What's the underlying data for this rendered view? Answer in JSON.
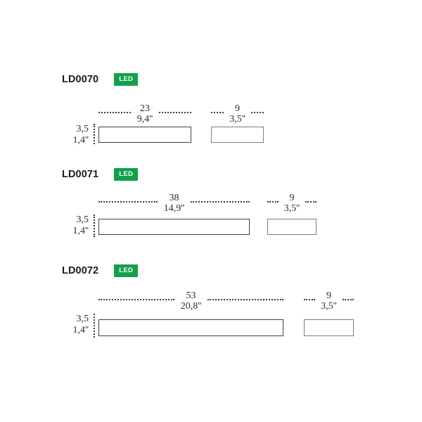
{
  "sheet": {
    "background_color": "#ffffff",
    "line_color": "#3e3e48",
    "text_color": "#2b2b3a",
    "badge_color": "#12a04a"
  },
  "products": [
    {
      "code": "LD0070",
      "badge": "LED",
      "height": {
        "metric": "3,5",
        "imperial": "1,4''"
      },
      "front": {
        "width": {
          "metric": "23",
          "imperial": "9,4''"
        }
      },
      "side": {
        "width": {
          "metric": "9",
          "imperial": "3,5''"
        }
      }
    },
    {
      "code": "LD0071",
      "badge": "LED",
      "height": {
        "metric": "3,5",
        "imperial": "1,4''"
      },
      "front": {
        "width": {
          "metric": "38",
          "imperial": "14,9''"
        }
      },
      "side": {
        "width": {
          "metric": "9",
          "imperial": "3,5''"
        }
      }
    },
    {
      "code": "LD0072",
      "badge": "LED",
      "height": {
        "metric": "3,5",
        "imperial": "1,4''"
      },
      "front": {
        "width": {
          "metric": "53",
          "imperial": "20,8''"
        }
      },
      "side": {
        "width": {
          "metric": "9",
          "imperial": "3,5''"
        }
      }
    }
  ]
}
